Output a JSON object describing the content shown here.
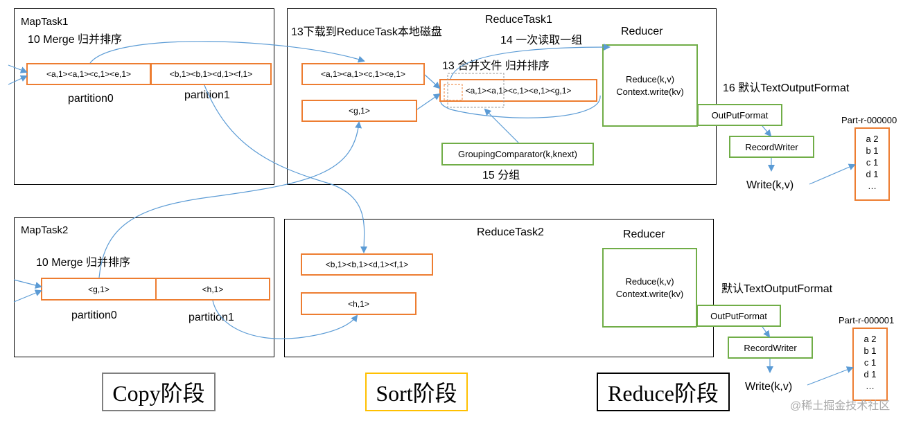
{
  "maptask1": {
    "title": "MapTask1",
    "merge_label": "10 Merge 归并排序",
    "partition0_content": "<a,1><a,1><c,1><e,1>",
    "partition1_content": "<b,1><b,1><d,1><f,1>",
    "partition0_label": "partition0",
    "partition1_label": "partition1"
  },
  "maptask2": {
    "title": "MapTask2",
    "merge_label": "10 Merge 归并排序",
    "partition0_content": "<g,1>",
    "partition1_content": "<h,1>",
    "partition0_label": "partition0",
    "partition1_label": "partition1"
  },
  "reducetask1": {
    "title": "ReduceTask1",
    "download_label": "13下载到ReduceTask本地磁盘",
    "read_group_label": "14 一次读取一组",
    "merge_files_label": "13 合并文件 归并排序",
    "box_a": "<a,1><a,1><c,1><e,1>",
    "box_g": "<g,1>",
    "merged": "<a,1><a,1><c,1><e,1><g,1>",
    "grouping": "GroupingComparator(k,knext)",
    "group_label": "15 分组",
    "reducer_title": "Reducer",
    "reducer_line1": "Reduce(k,v)",
    "reducer_line2": "Context.write(kv)",
    "format_label": "16 默认TextOutputFormat",
    "output_format": "OutPutFormat",
    "record_writer": "RecordWriter",
    "write": "Write(k,v)",
    "part_title": "Part-r-000000",
    "part_lines": [
      "a 2",
      "b 1",
      "c 1",
      "d 1",
      "…"
    ]
  },
  "reducetask2": {
    "title": "ReduceTask2",
    "box_b": "<b,1><b,1><d,1><f,1>",
    "box_h": "<h,1>",
    "reducer_title": "Reducer",
    "reducer_line1": "Reduce(k,v)",
    "reducer_line2": "Context.write(kv)",
    "format_label": "默认TextOutputFormat",
    "output_format": "OutPutFormat",
    "record_writer": "RecordWriter",
    "write": "Write(k,v)",
    "part_title": "Part-r-000001",
    "part_lines": [
      "a 2",
      "b 1",
      "c 1",
      "d 1",
      "…"
    ]
  },
  "stages": {
    "copy": "Copy阶段",
    "sort": "Sort阶段",
    "reduce": "Reduce阶段"
  },
  "colors": {
    "orange": "#ED7D31",
    "green": "#70AD47",
    "arrow": "#5B9BD5",
    "gold": "#FFC000"
  },
  "watermark": "@稀土掘金技术社区"
}
